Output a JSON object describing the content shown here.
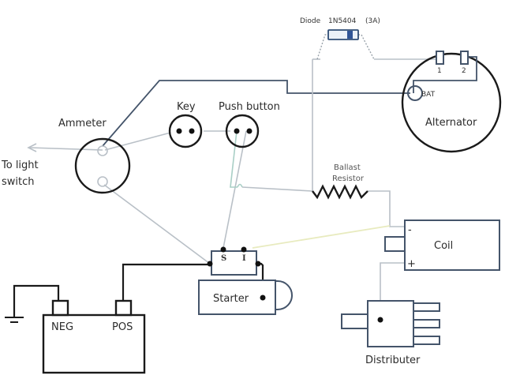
{
  "diagram": {
    "title": "Ignition / charging wiring diagram",
    "components": {
      "diode": {
        "label": "Diode",
        "part": "1N5404",
        "rating": "(3A)"
      },
      "alternator": {
        "label": "Alternator",
        "terminals": [
          "1",
          "2"
        ],
        "bat_label": "BAT"
      },
      "ammeter": {
        "label": "Ammeter"
      },
      "light_switch": {
        "label_line1": "To light",
        "label_line2": "switch"
      },
      "key": {
        "label": "Key"
      },
      "push_button": {
        "label": "Push button"
      },
      "ballast_resistor": {
        "label_line1": "Ballast",
        "label_line2": "Resistor"
      },
      "coil": {
        "label": "Coil",
        "neg": "-",
        "pos": "+"
      },
      "solenoid": {
        "s_label": "S",
        "i_label": "I"
      },
      "starter": {
        "label": "Starter"
      },
      "battery": {
        "neg_label": "NEG",
        "pos_label": "POS"
      },
      "distributer": {
        "label": "Distributer"
      }
    },
    "colors": {
      "component_stroke": "#1a1a1a",
      "box_stroke": "#44546a",
      "wire_grey": "#b9c0c7",
      "wire_green": "#a9cfc6",
      "wire_yellow": "#e8ebbf",
      "diode_band": "#2f5597"
    }
  }
}
